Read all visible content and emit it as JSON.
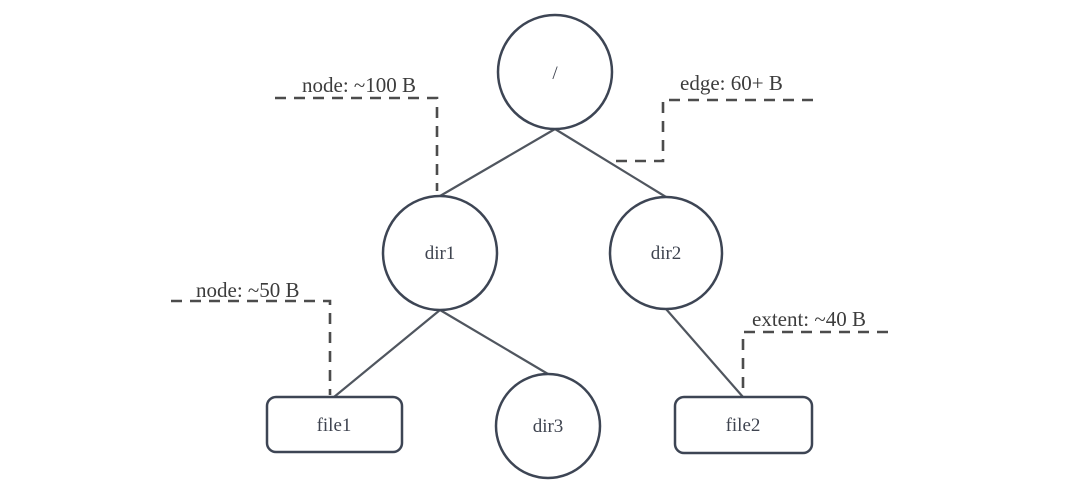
{
  "colors": {
    "background": "#ffffff",
    "node_stroke": "#3d4554",
    "node_fill": "#ffffff",
    "edge_stroke": "#50565f",
    "dash_stroke": "#4c4c4c",
    "label_text": "#3f4450",
    "annotation_text": "#3c3c3c"
  },
  "diagram": {
    "nodes": {
      "root": {
        "label": "/"
      },
      "dir1": {
        "label": "dir1"
      },
      "dir2": {
        "label": "dir2"
      },
      "dir3": {
        "label": "dir3"
      },
      "file1": {
        "label": "file1"
      },
      "file2": {
        "label": "file2"
      }
    },
    "annotations": {
      "node_size_large": {
        "label": "node: ~100 B"
      },
      "edge_size": {
        "label": "edge: 60+ B"
      },
      "node_size_small": {
        "label": "node: ~50 B"
      },
      "extent_size": {
        "label": "extent: ~40 B"
      }
    }
  }
}
